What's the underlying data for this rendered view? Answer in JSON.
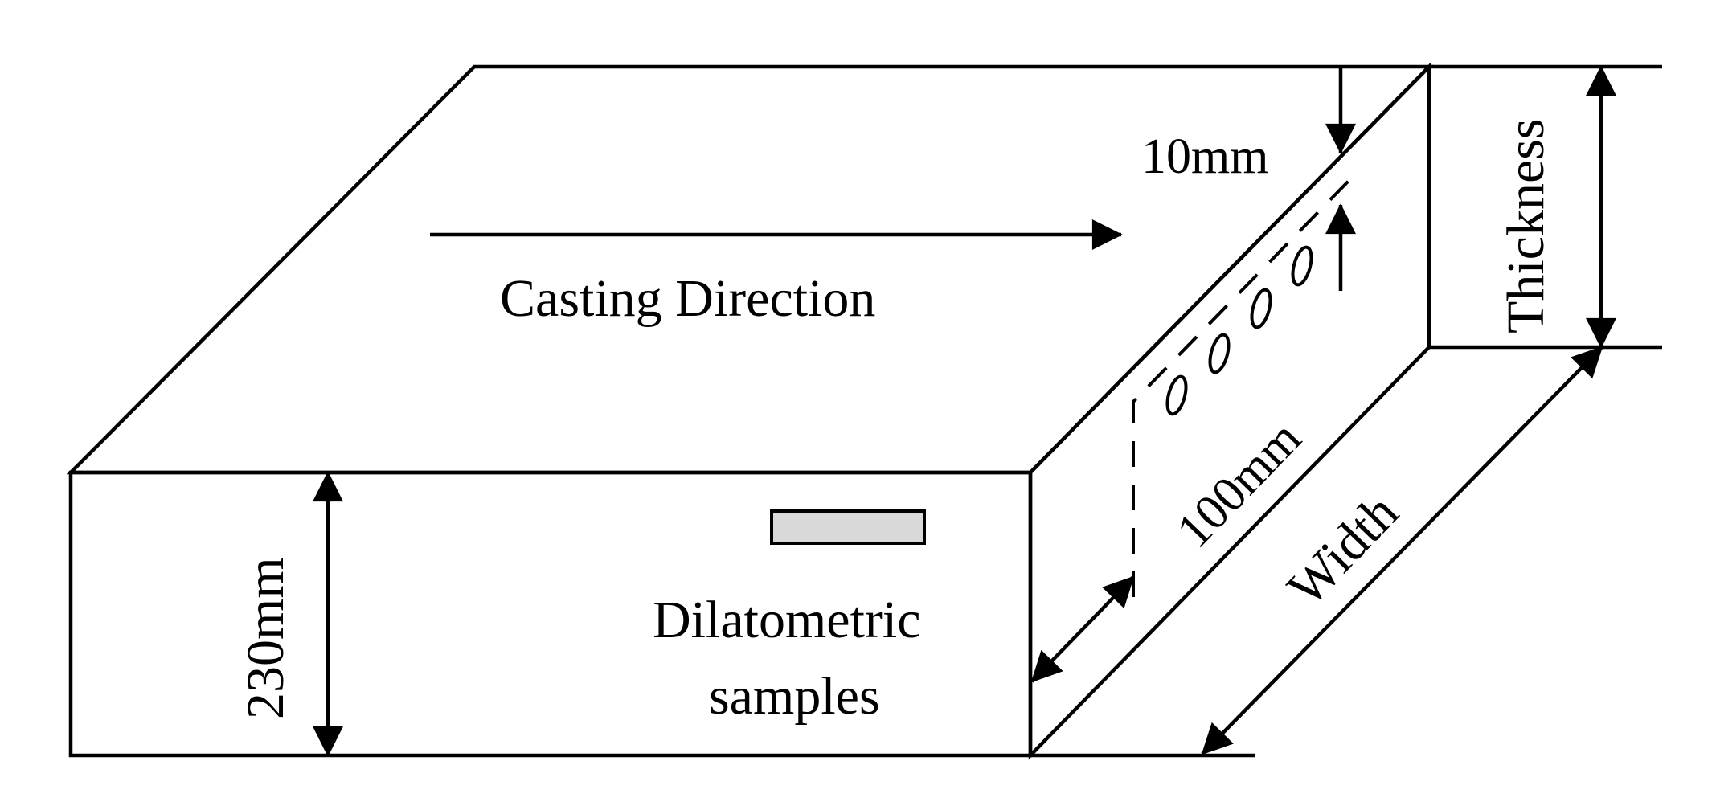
{
  "labels": {
    "casting_direction": "Casting Direction",
    "top_offset": "10mm",
    "thickness": "Thickness",
    "side_offset": "100mm",
    "width": "Width",
    "height": "230mm",
    "sample_line1": "Dilatometric",
    "sample_line2": "samples"
  },
  "colors": {
    "stroke": "#000000",
    "sample_fill": "#d9d9d9",
    "background": "#ffffff"
  }
}
